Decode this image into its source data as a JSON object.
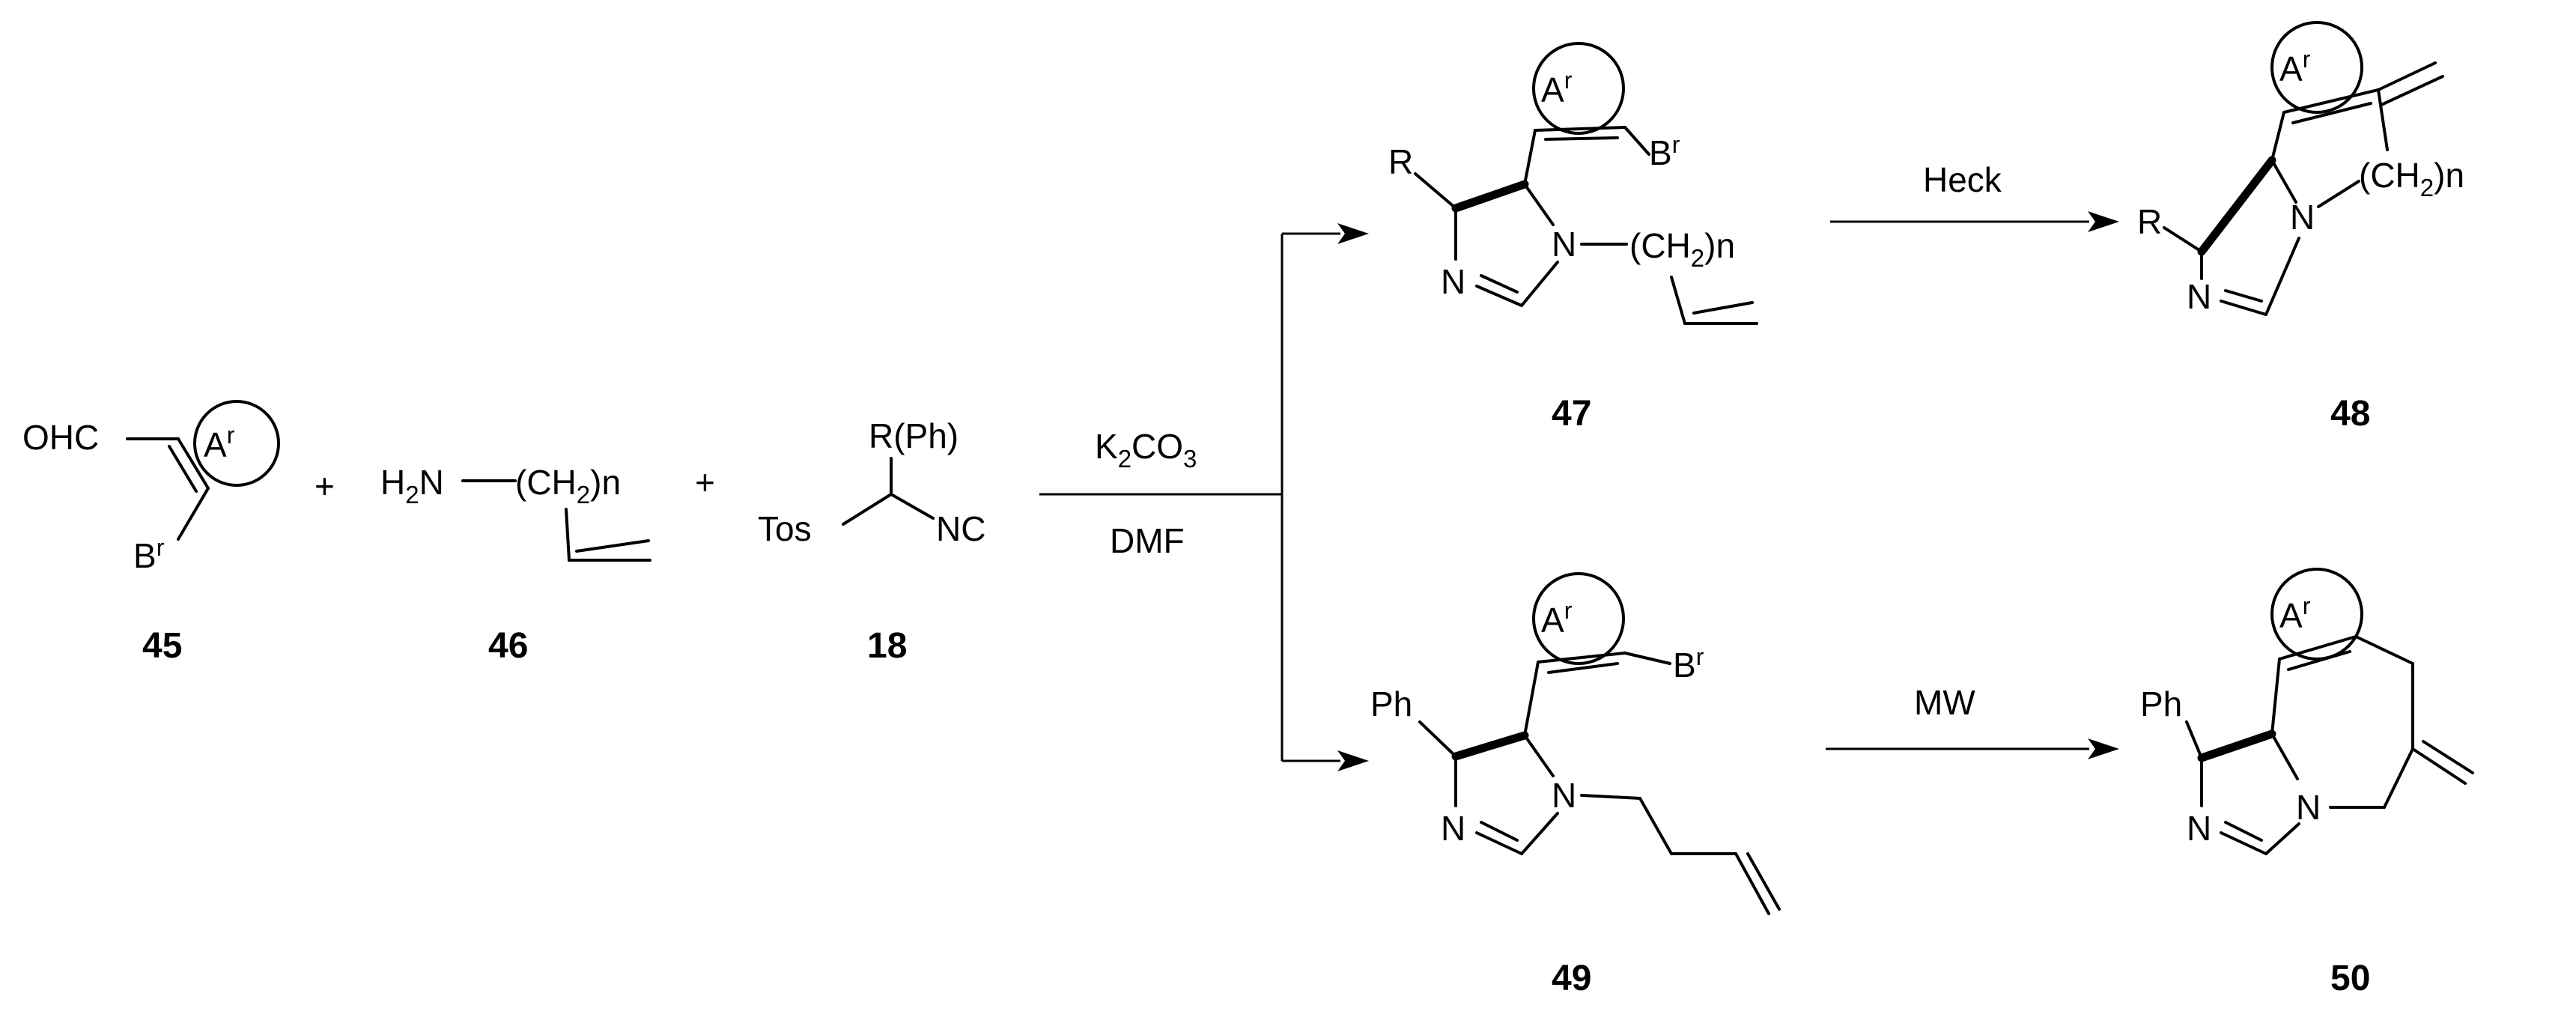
{
  "labels": {
    "ar": "A",
    "r_sup": "r",
    "ohc": "OHC",
    "br": "B",
    "plus": "+",
    "h2n": "H",
    "h2n_sub": "2",
    "h2n_tail": "N",
    "ch2n_open": "(CH",
    "ch2_sub": "2",
    "ch2n_close": ")n",
    "r": "R",
    "r_ph": "R(Ph)",
    "tos": "Tos",
    "nc": "NC",
    "n": "N",
    "ph": "Ph"
  },
  "conditions": {
    "reagent_k": "K",
    "reagent_k_sub": "2",
    "reagent_co": "CO",
    "reagent_co_sub": "3",
    "solvent": "DMF",
    "heck": "Heck",
    "mw": "MW"
  },
  "compounds": [
    "45",
    "46",
    "18",
    "47",
    "48",
    "49",
    "50"
  ]
}
